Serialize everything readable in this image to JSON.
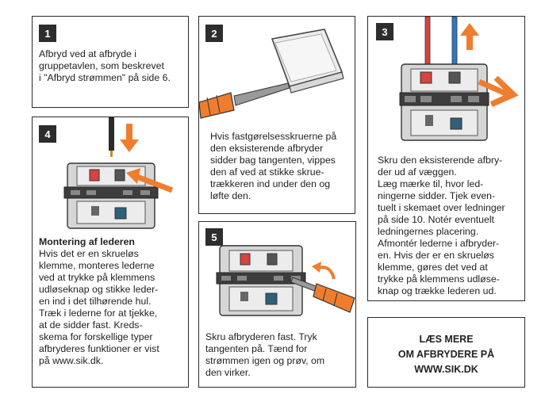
{
  "steps": [
    {
      "number": "1",
      "text": "Afbryd ved at afbryde i\ngruppetavlen, som beskrevet\ni \"Afbryd strømmen\" på side 6."
    },
    {
      "number": "2",
      "text": "Hvis fastgørelsesskruerne på\nden eksisterende afbryder\nsidder bag tangenten, vippes\nden af ved at stikke skrue-\ntrækkeren ind under den og\nløfte den."
    },
    {
      "number": "3",
      "text": "Skru den eksisterende afbry-\nder ud af væggen.\nLæg mærke til, hvor led-\nningerne sidder. Tjek even-\ntuelt i skemaet over ledninger\npå side 10. Notér eventuelt\nledningernes placering.\nAfmontér lederne i afbryder-\nen. Hvis der er en skrueløs\nklemme, gøres det ved at\ntrykke på klemmens udløse-\nknap og trække lederen ud."
    },
    {
      "number": "4",
      "heading": "Montering af lederen",
      "text": "Hvis det er en skrueløs\nklemme, monteres lederne\nved at trykke på klemmens\nudløseknap og stikke leder-\nen ind i det tilhørende hul.\nTræk i lederne for at tjekke,\nat de sidder fast. Kreds-\nskema for forskellige typer\nafbryderes funktioner er vist\npå www.sik.dk."
    },
    {
      "number": "5",
      "text": "Skru afbryderen fast. Tryk\ntangenten på. Tænd for\nstrømmen igen og prøv, om\nden virker."
    }
  ],
  "read_more": {
    "line1": "LÆS MERE",
    "line2": "OM AFBRYDERE PÅ",
    "line3": "WWW.SIK.DK"
  },
  "colors": {
    "orange": "#ef7d2e",
    "red_wire": "#d8433d",
    "blue_wire": "#2f78c4",
    "dark": "#2d2d2d"
  }
}
